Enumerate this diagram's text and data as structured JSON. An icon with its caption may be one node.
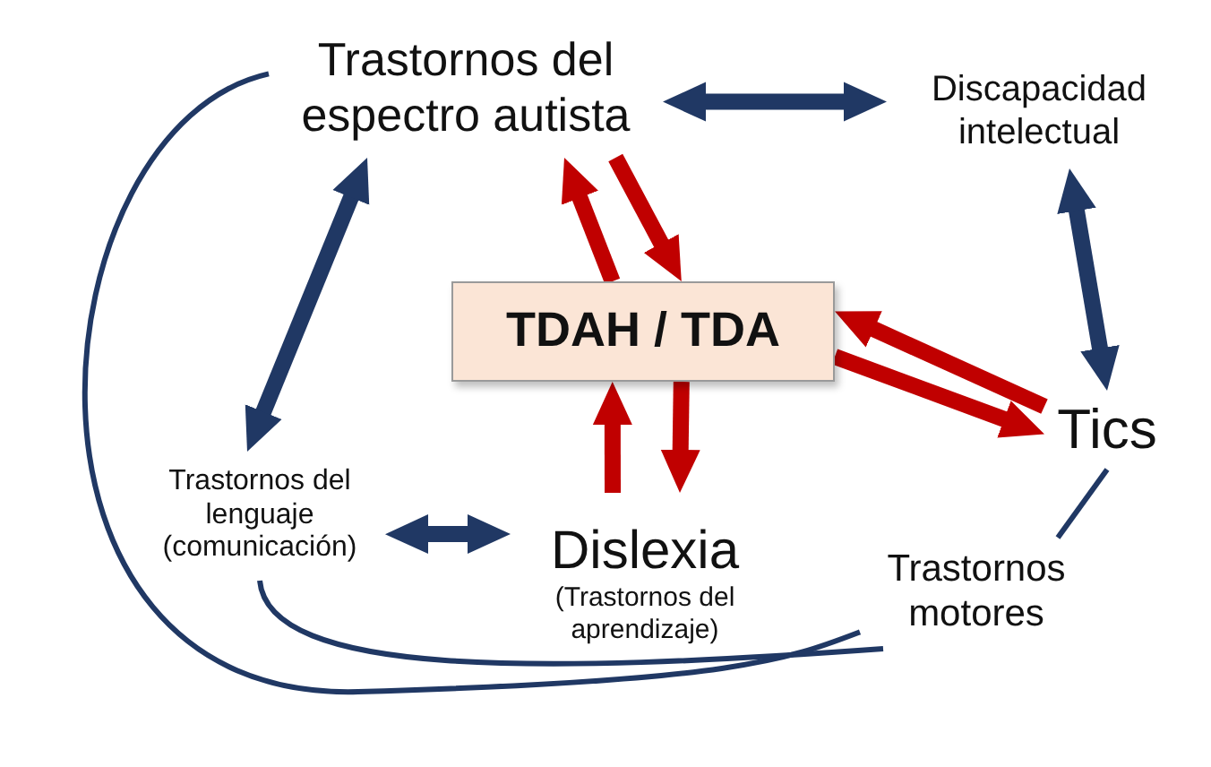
{
  "diagram": {
    "nodes": [
      {
        "text": [
          "Trastornos del espectro autista"
        ]
      },
      {
        "text": [
          "Discapacidad intelectual"
        ]
      },
      {
        "text": [
          "TDAH / TDA"
        ]
      },
      {
        "text": [
          "Tics"
        ]
      },
      {
        "text": [
          "Trastornos del lenguaje (comunicación)"
        ]
      },
      {
        "text": [
          "Dislexia",
          "(Trastornos del aprendizaje)"
        ]
      },
      {
        "text": [
          "Trastornos motores"
        ]
      }
    ],
    "edges": [
      {
        "from": 0,
        "to": 1,
        "arrow": "both"
      },
      {
        "from": 1,
        "to": 3,
        "arrow": "both"
      },
      {
        "from": 0,
        "to": 4,
        "arrow": "both"
      },
      {
        "from": 4,
        "to": 5,
        "arrow": "both"
      },
      {
        "from": 2,
        "to": 0,
        "arrow": "to",
        "color": "#c00000"
      },
      {
        "from": 0,
        "to": 2,
        "arrow": "to",
        "color": "#c00000"
      },
      {
        "from": 3,
        "to": 2,
        "arrow": "to",
        "color": "#c00000"
      },
      {
        "from": 2,
        "to": 3,
        "arrow": "to",
        "color": "#c00000"
      },
      {
        "from": 5,
        "to": 2,
        "arrow": "to",
        "color": "#c00000"
      },
      {
        "from": 2,
        "to": 5,
        "arrow": "to",
        "color": "#c00000"
      },
      {
        "from": 0,
        "to": 6,
        "arrow": "none"
      },
      {
        "from": 4,
        "to": 6,
        "arrow": "none"
      },
      {
        "from": 3,
        "to": 6,
        "arrow": "none"
      }
    ]
  }
}
